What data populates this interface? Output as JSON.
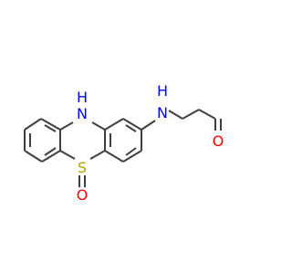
{
  "molecule": {
    "atoms": {
      "nh_ring": {
        "symbol": "H",
        "label": "H",
        "label2": "N",
        "color": "#0000ff"
      },
      "s": {
        "symbol": "S",
        "label": "S",
        "color": "#b3a300"
      },
      "o_sulfoxide": {
        "symbol": "O",
        "label": "O",
        "color": "#ff0000"
      },
      "nh_amide": {
        "symbol": "N",
        "label": "N",
        "label2": "H",
        "color": "#0000ff"
      },
      "o_carbonyl": {
        "symbol": "O",
        "label": "O",
        "color": "#ff0000"
      }
    },
    "bond_color": "#3f3f3f"
  }
}
